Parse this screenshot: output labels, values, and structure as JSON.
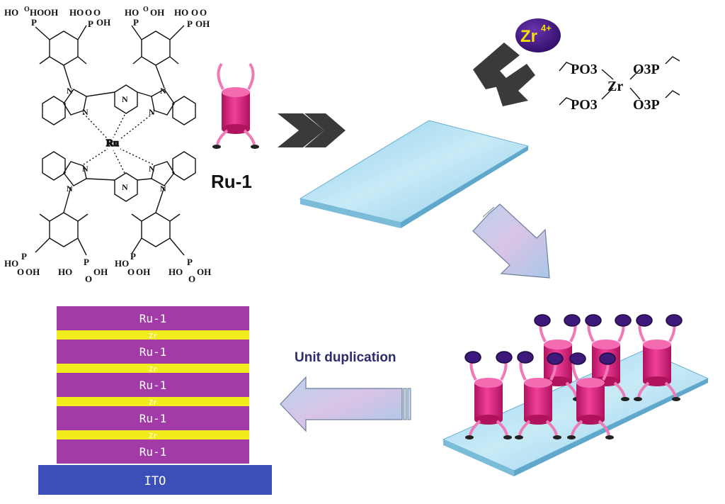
{
  "molecule": {
    "metal": "Ru",
    "phosphonate_top": [
      "HO",
      "P",
      "O",
      "OH"
    ],
    "nitrogen": "N"
  },
  "ru1": {
    "label": "Ru-1"
  },
  "zr": {
    "ion_label": "Zr",
    "ion_charge": "4+",
    "complex_center": "Zr",
    "po3_left_top": "PO3",
    "po3_left_bottom": "PO3",
    "o3p_right_top": "O3P",
    "o3p_right_bottom": "O3P"
  },
  "duplication": {
    "label": "Unit duplication"
  },
  "stack": {
    "layers": [
      "Ru-1",
      "Zr",
      "Ru-1",
      "Zr",
      "Ru-1",
      "Zr",
      "Ru-1",
      "Zr",
      "Ru-1"
    ],
    "substrate": "ITO"
  },
  "colors": {
    "ru_layer": "#a23aa8",
    "zr_layer": "#f2ec1c",
    "ito": "#3b4fb8",
    "cylinder": "#e8238c",
    "zr_ion": "#4a1a8a",
    "glass": "#a8d8ee",
    "chevron": "#3a3a3a"
  }
}
